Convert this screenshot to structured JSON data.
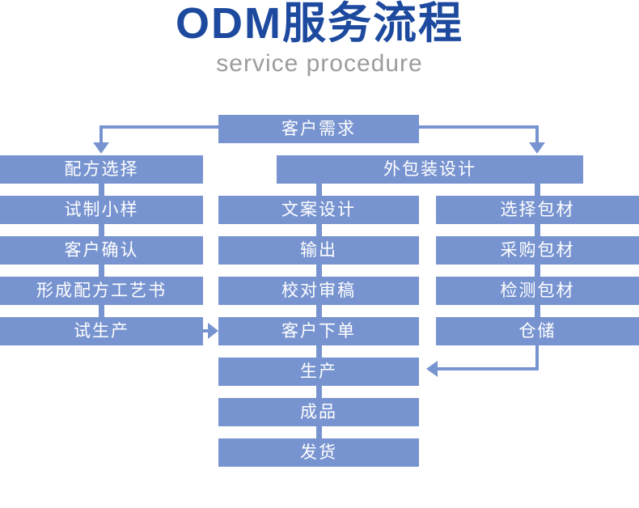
{
  "header": {
    "title": "ODM服务流程",
    "subtitle": "service procedure"
  },
  "colors": {
    "box_fill": "#7894d0",
    "title_color": "#1d4a9e",
    "subtitle_color": "#9c9c9c"
  },
  "flow": {
    "top_box": "客户需求",
    "wide_box": "外包装设计",
    "left_column": [
      "配方选择",
      "试制小样",
      "客户确认",
      "形成配方工艺书",
      "试生产"
    ],
    "middle_column": [
      "文案设计",
      "输出",
      "校对审稿",
      "客户下单",
      "生产",
      "成品",
      "发货"
    ],
    "right_column": [
      "选择包材",
      "采购包材",
      "检测包材",
      "仓储"
    ]
  }
}
